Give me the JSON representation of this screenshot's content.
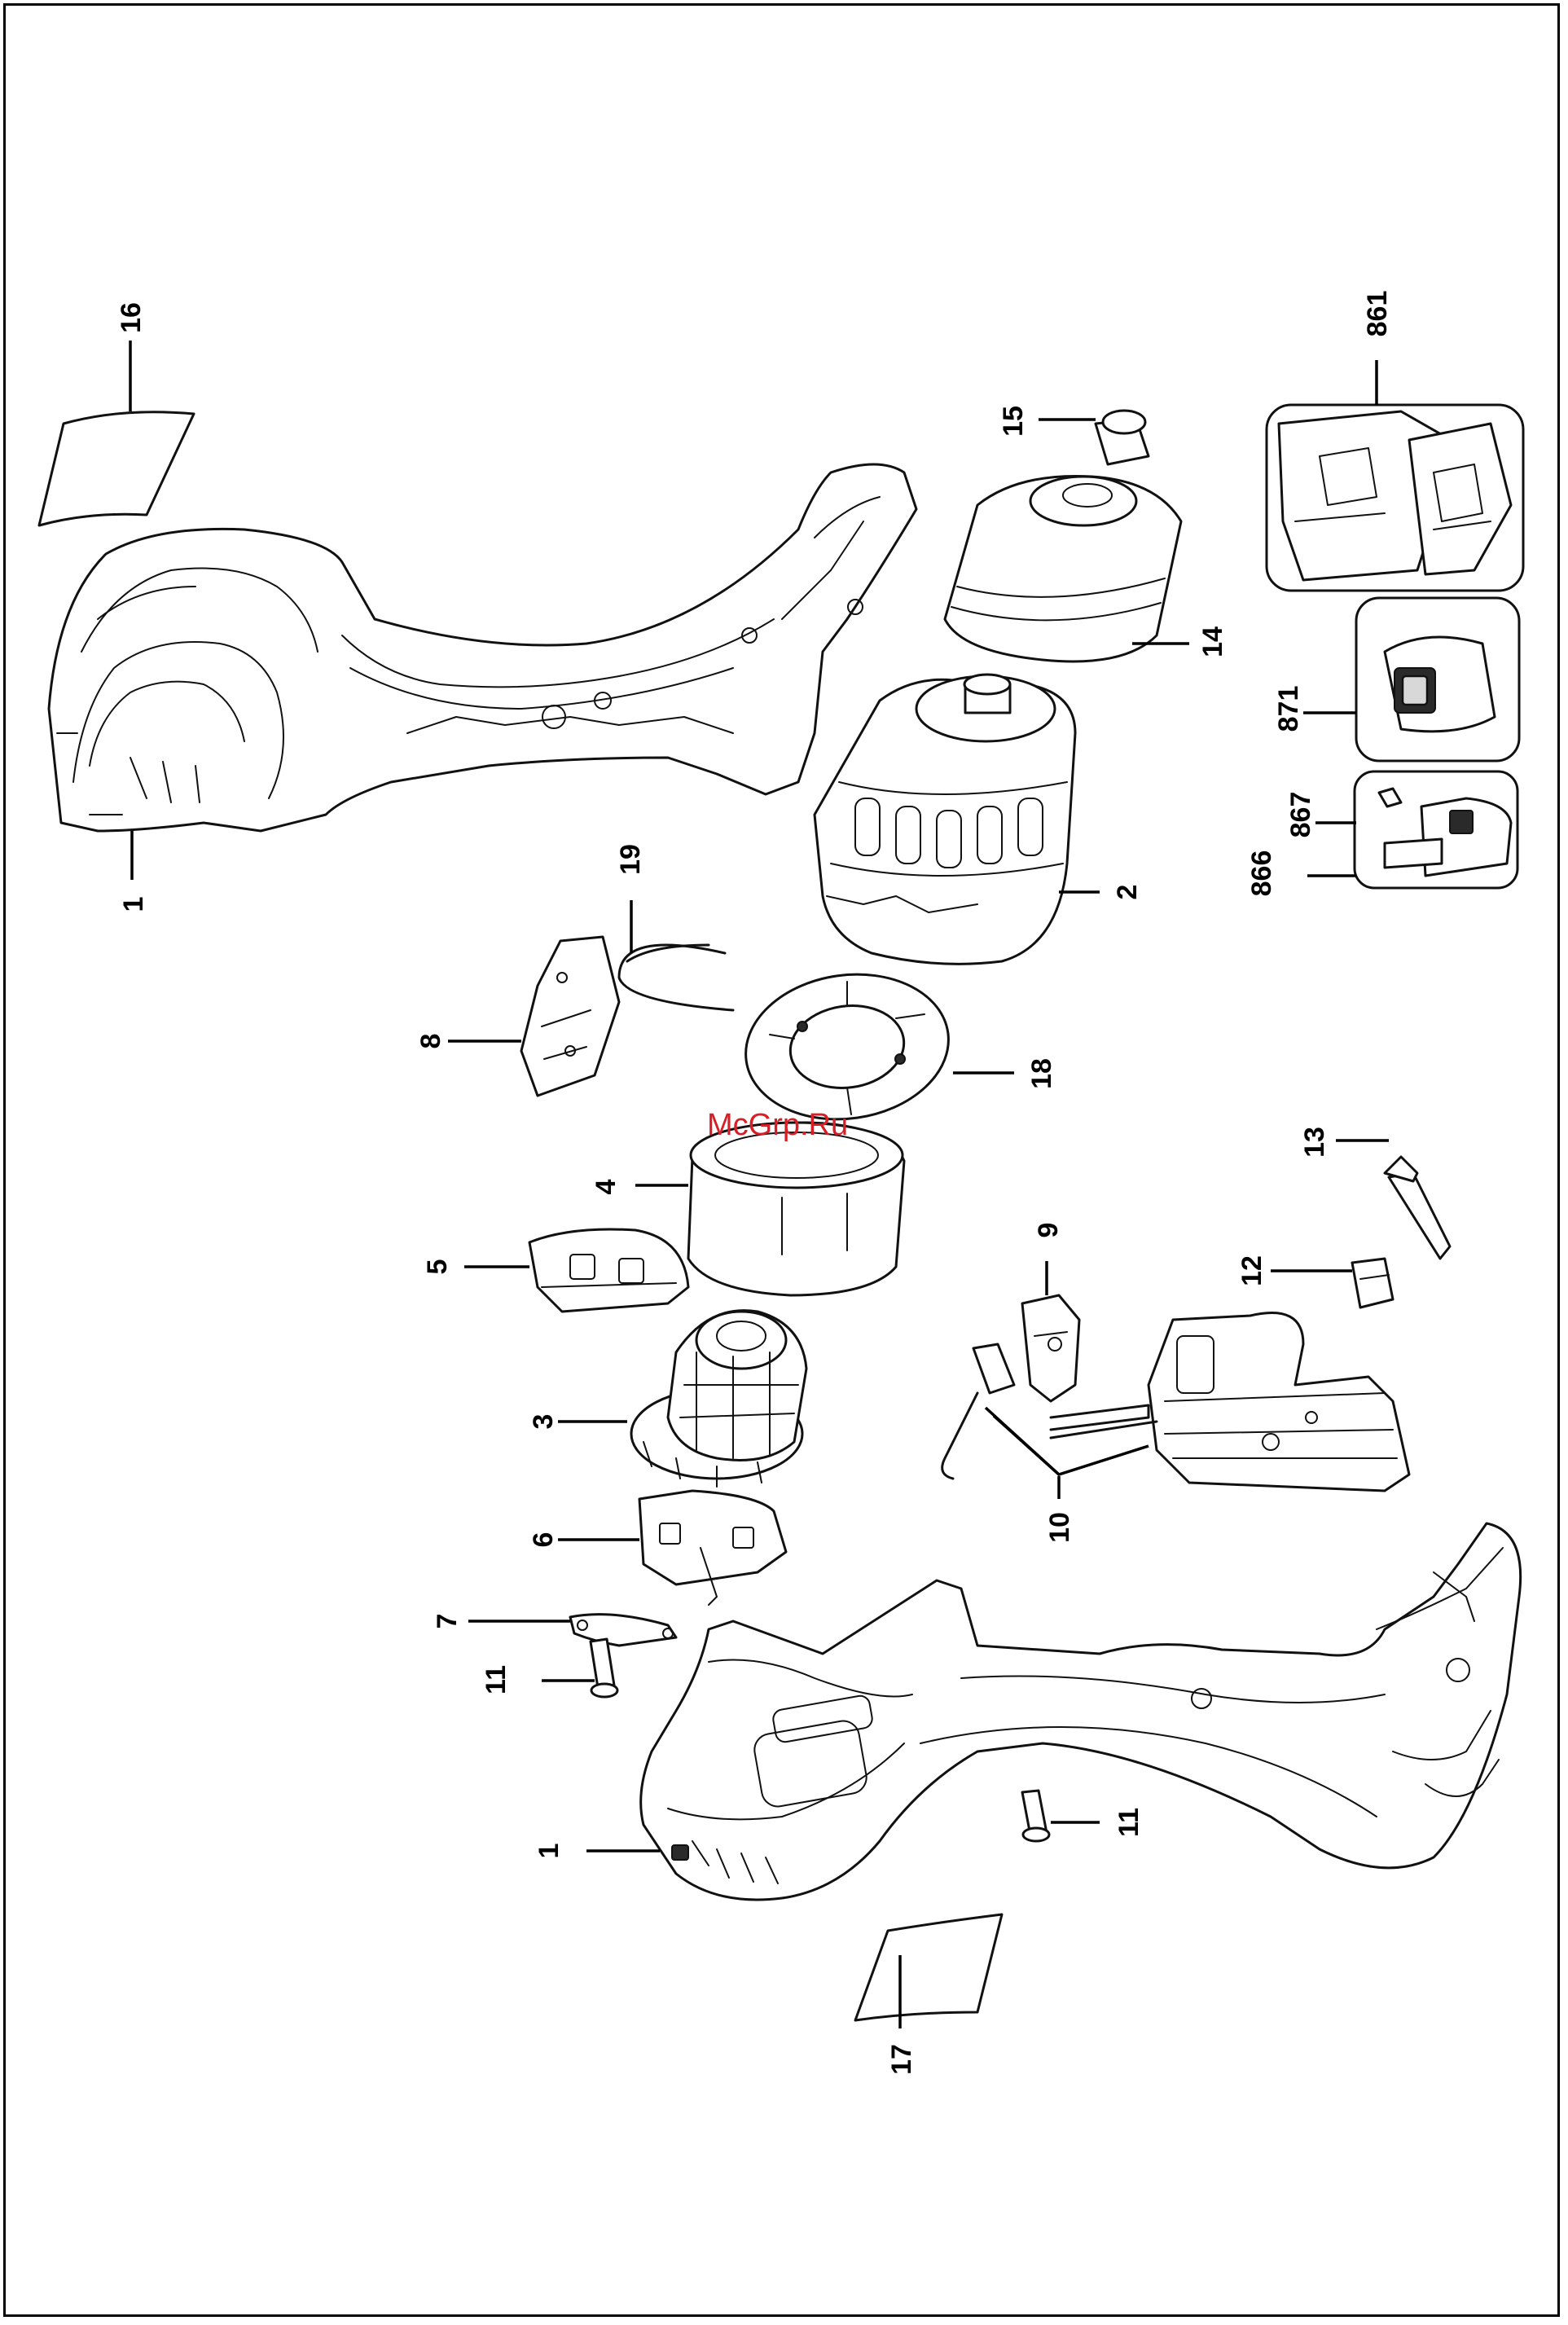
{
  "watermark": "McGrp.Ru",
  "part_labels": {
    "p1_top": "1",
    "p16": "16",
    "p15": "15",
    "p14": "14",
    "p2": "2",
    "p861": "861",
    "p871": "871",
    "p867": "867",
    "p866": "866",
    "p19": "19",
    "p8": "8",
    "p18": "18",
    "p4": "4",
    "p5": "5",
    "p9": "9",
    "p13": "13",
    "p12": "12",
    "p3": "3",
    "p10": "10",
    "p6": "6",
    "p7": "7",
    "p11_left": "11",
    "p11_right": "11",
    "p1_bottom": "1",
    "p17": "17"
  }
}
